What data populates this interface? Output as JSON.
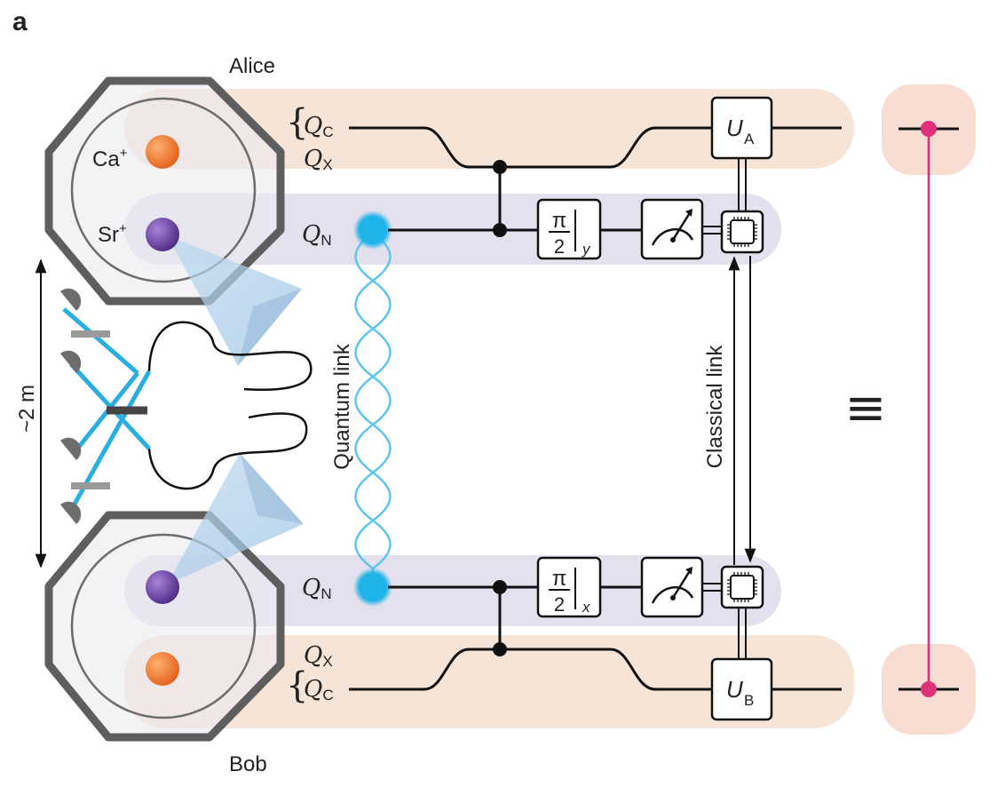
{
  "panel_label": "a",
  "nodes": {
    "alice": "Alice",
    "bob": "Bob"
  },
  "ions": {
    "ca": "Ca",
    "sr": "Sr",
    "charge": "+"
  },
  "qubits": {
    "symbol": "Q",
    "c": "C",
    "x": "X",
    "n": "N"
  },
  "links": {
    "quantum": "Quantum link",
    "classical": "Classical link",
    "distance": "~2 m"
  },
  "gates": {
    "pi": "π",
    "two": "2",
    "alice_axis": "y",
    "bob_axis": "x",
    "alice_unitary": "U",
    "alice_unitary_sub": "A",
    "bob_unitary": "U",
    "bob_unitary_sub": "B"
  },
  "equivalence": "≡",
  "colors": {
    "ca_ion": "#ef7a2e",
    "sr_ion": "#6a3fa0",
    "network_qubit": "#1fb3e8",
    "entanglement_line": "#e0307a",
    "alice_bob_band": "#f6e4d6",
    "network_band": "#e4e0ee",
    "trap": "#5e5e5e"
  }
}
